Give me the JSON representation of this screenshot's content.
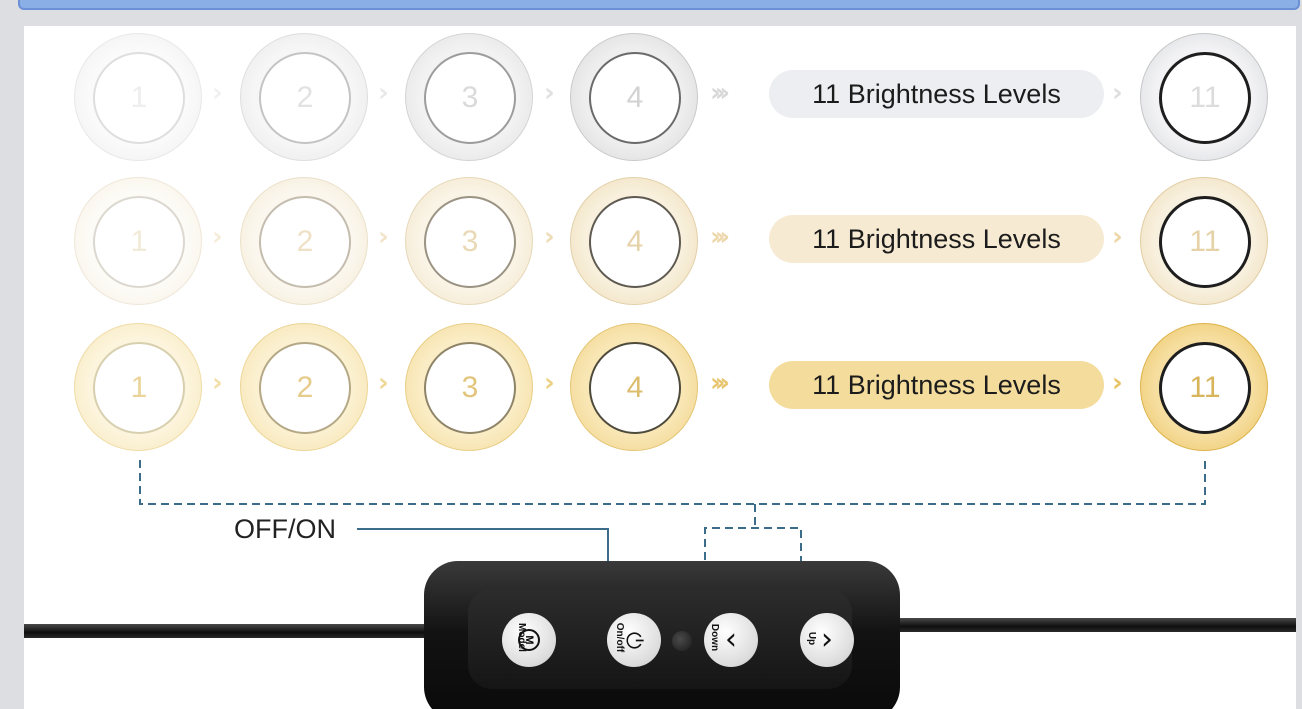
{
  "rows": [
    {
      "label": "11 Brightness Levels",
      "levels": [
        "1",
        "2",
        "3",
        "4",
        "11"
      ]
    },
    {
      "label": "11 Brightness Levels",
      "levels": [
        "1",
        "2",
        "3",
        "4",
        "11"
      ]
    },
    {
      "label": "11 Brightness Levels",
      "levels": [
        "1",
        "2",
        "3",
        "4",
        "11"
      ]
    }
  ],
  "controller": {
    "callout_power": "OFF/ON",
    "mode_label": "Model",
    "mode_symbol": "M",
    "power_label": "On/off",
    "down_label": "Down",
    "up_label": "Up"
  },
  "colors": {
    "row_white": "#eceef2",
    "row_neutral": "#f6ead2",
    "row_warm": "#f3dc9c",
    "callout_line": "#3b6d8a"
  }
}
